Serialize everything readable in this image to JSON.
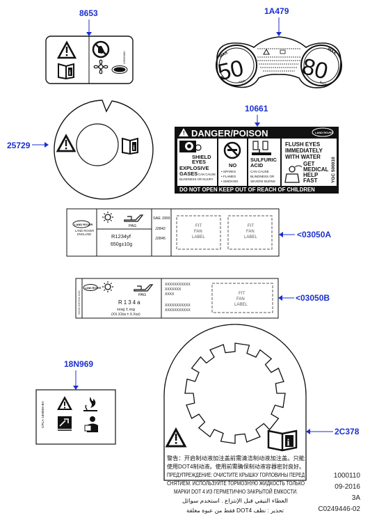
{
  "callouts": {
    "c8653": "8653",
    "c1A479": "1A479",
    "c10661": "10661",
    "c25729": "25729",
    "c03050A": "<03050A",
    "c03050B": "<03050B",
    "c18N969": "18N969",
    "c2C378": "2C378"
  },
  "label_1A479": {
    "speed_left": "50",
    "speed_right": "80",
    "max_left": "MAX",
    "max_right": "MAX",
    "unit_left": "mph",
    "unit_right": "km/h"
  },
  "label_10661": {
    "title": "DANGER/POISON",
    "col1": [
      "SHIELD",
      "EYES",
      "EXPLOSIVE",
      "GASES",
      "BLINDNESS OR INJURY"
    ],
    "col1_small": "CAN CAUSE",
    "col2": [
      "NO",
      "• SPARKS",
      "• FLAMES",
      "• SMOKING"
    ],
    "col3": [
      "SULFURIC",
      "ACID",
      "CAN CAUSE",
      "BLINDNESS OR",
      "SEVERE BURNS"
    ],
    "col4": [
      "FLUSH EYES",
      "IMMEDIATELY",
      "WITH WATER",
      "GET",
      "MEDICAL",
      "HELP",
      "FAST"
    ],
    "code": "YGC 500010",
    "footer": "DO NOT OPEN KEEP OUT OF REACH OF CHILDREN"
  },
  "label_03050A": {
    "brand_line1": "LAND ROVER",
    "brand_line2": "ENGLAND",
    "pag": "PAG",
    "refrigerant": "R1234yf",
    "amount": "650g±10g",
    "sae1": "SAE J369",
    "sae2": "J2842",
    "sae3": "J2845",
    "fit1": [
      "FIT",
      "FAN",
      "LABEL"
    ],
    "fit2": [
      "FIT",
      "FAN",
      "LABEL"
    ]
  },
  "label_03050B": {
    "pag": "PAG",
    "refrigerant": "R134a",
    "amount": "xxxg ± xxg",
    "amount2": "(XX.X1bs ± X.Xoz)",
    "xs": [
      "XXXXXXXXXXX",
      "XXXXXXX",
      "XXXX",
      "XXXXXXXXXXX",
      "XXXXXXXXXXX"
    ],
    "fit": [
      "FIT",
      "FAN",
      "LABEL"
    ]
  },
  "label_18N969": {
    "code": "CPLA-18N969-BA"
  },
  "label_2C378": {
    "lines": [
      "警告：开启制动液加注盖前需清洁制动液加注盖。只能",
      "使用DOT4制动液。使用前需确保制动液容器密封良好。",
      "ПРЕДУПРЕЖДЕНИЕ: ОЧИСТИТЕ КРЫШКУ ГОРЛОВИНЫ ПЕРЕД",
      "СНЯТИЕМ. ИСПОЛЬЗУЙТЕ ТОРМОЗНУЮ ЖИДКОСТЬ ТОЛЬКО",
      "МАРКИ DOT 4 ИЗ ГЕРМЕТИЧНО ЗАКРЫТОЙ ЕМКОСТИ.",
      "الغطاء النيفي قبل الإنتزاع . استخدم سوائل",
      "فقط من عبوة مغلقة DOT4 تحذير : نظف"
    ]
  },
  "info": {
    "line1": "1000110",
    "line2": "09-2016",
    "line3": "3A",
    "line4": "C0249446-02"
  },
  "colors": {
    "callout": "#1a2fd0",
    "ink": "#111111"
  }
}
